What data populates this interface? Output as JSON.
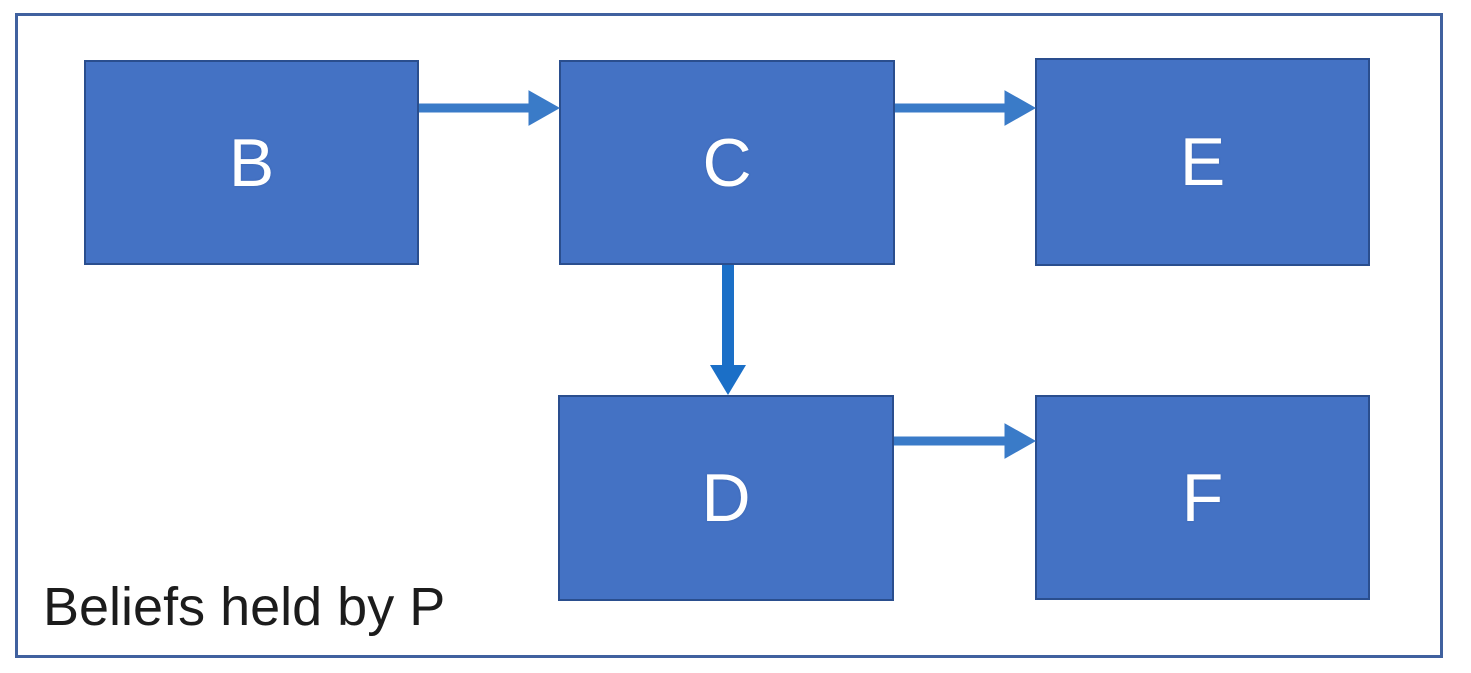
{
  "diagram": {
    "caption": "Beliefs held by P",
    "nodes": [
      {
        "id": "B",
        "label": "B"
      },
      {
        "id": "C",
        "label": "C"
      },
      {
        "id": "E",
        "label": "E"
      },
      {
        "id": "D",
        "label": "D"
      },
      {
        "id": "F",
        "label": "F"
      }
    ],
    "edges": [
      {
        "from": "B",
        "to": "C",
        "direction": "right"
      },
      {
        "from": "C",
        "to": "E",
        "direction": "right"
      },
      {
        "from": "C",
        "to": "D",
        "direction": "down"
      },
      {
        "from": "D",
        "to": "F",
        "direction": "right"
      }
    ],
    "colors": {
      "node_fill": "#4472C4",
      "node_border": "#2A4E8E",
      "node_text": "#ffffff",
      "frame_border": "#40619F",
      "connector_horizontal": "#3A7BC8",
      "connector_vertical": "#1B6FC7",
      "caption_text": "#1c1c1c",
      "background": "#ffffff"
    }
  }
}
